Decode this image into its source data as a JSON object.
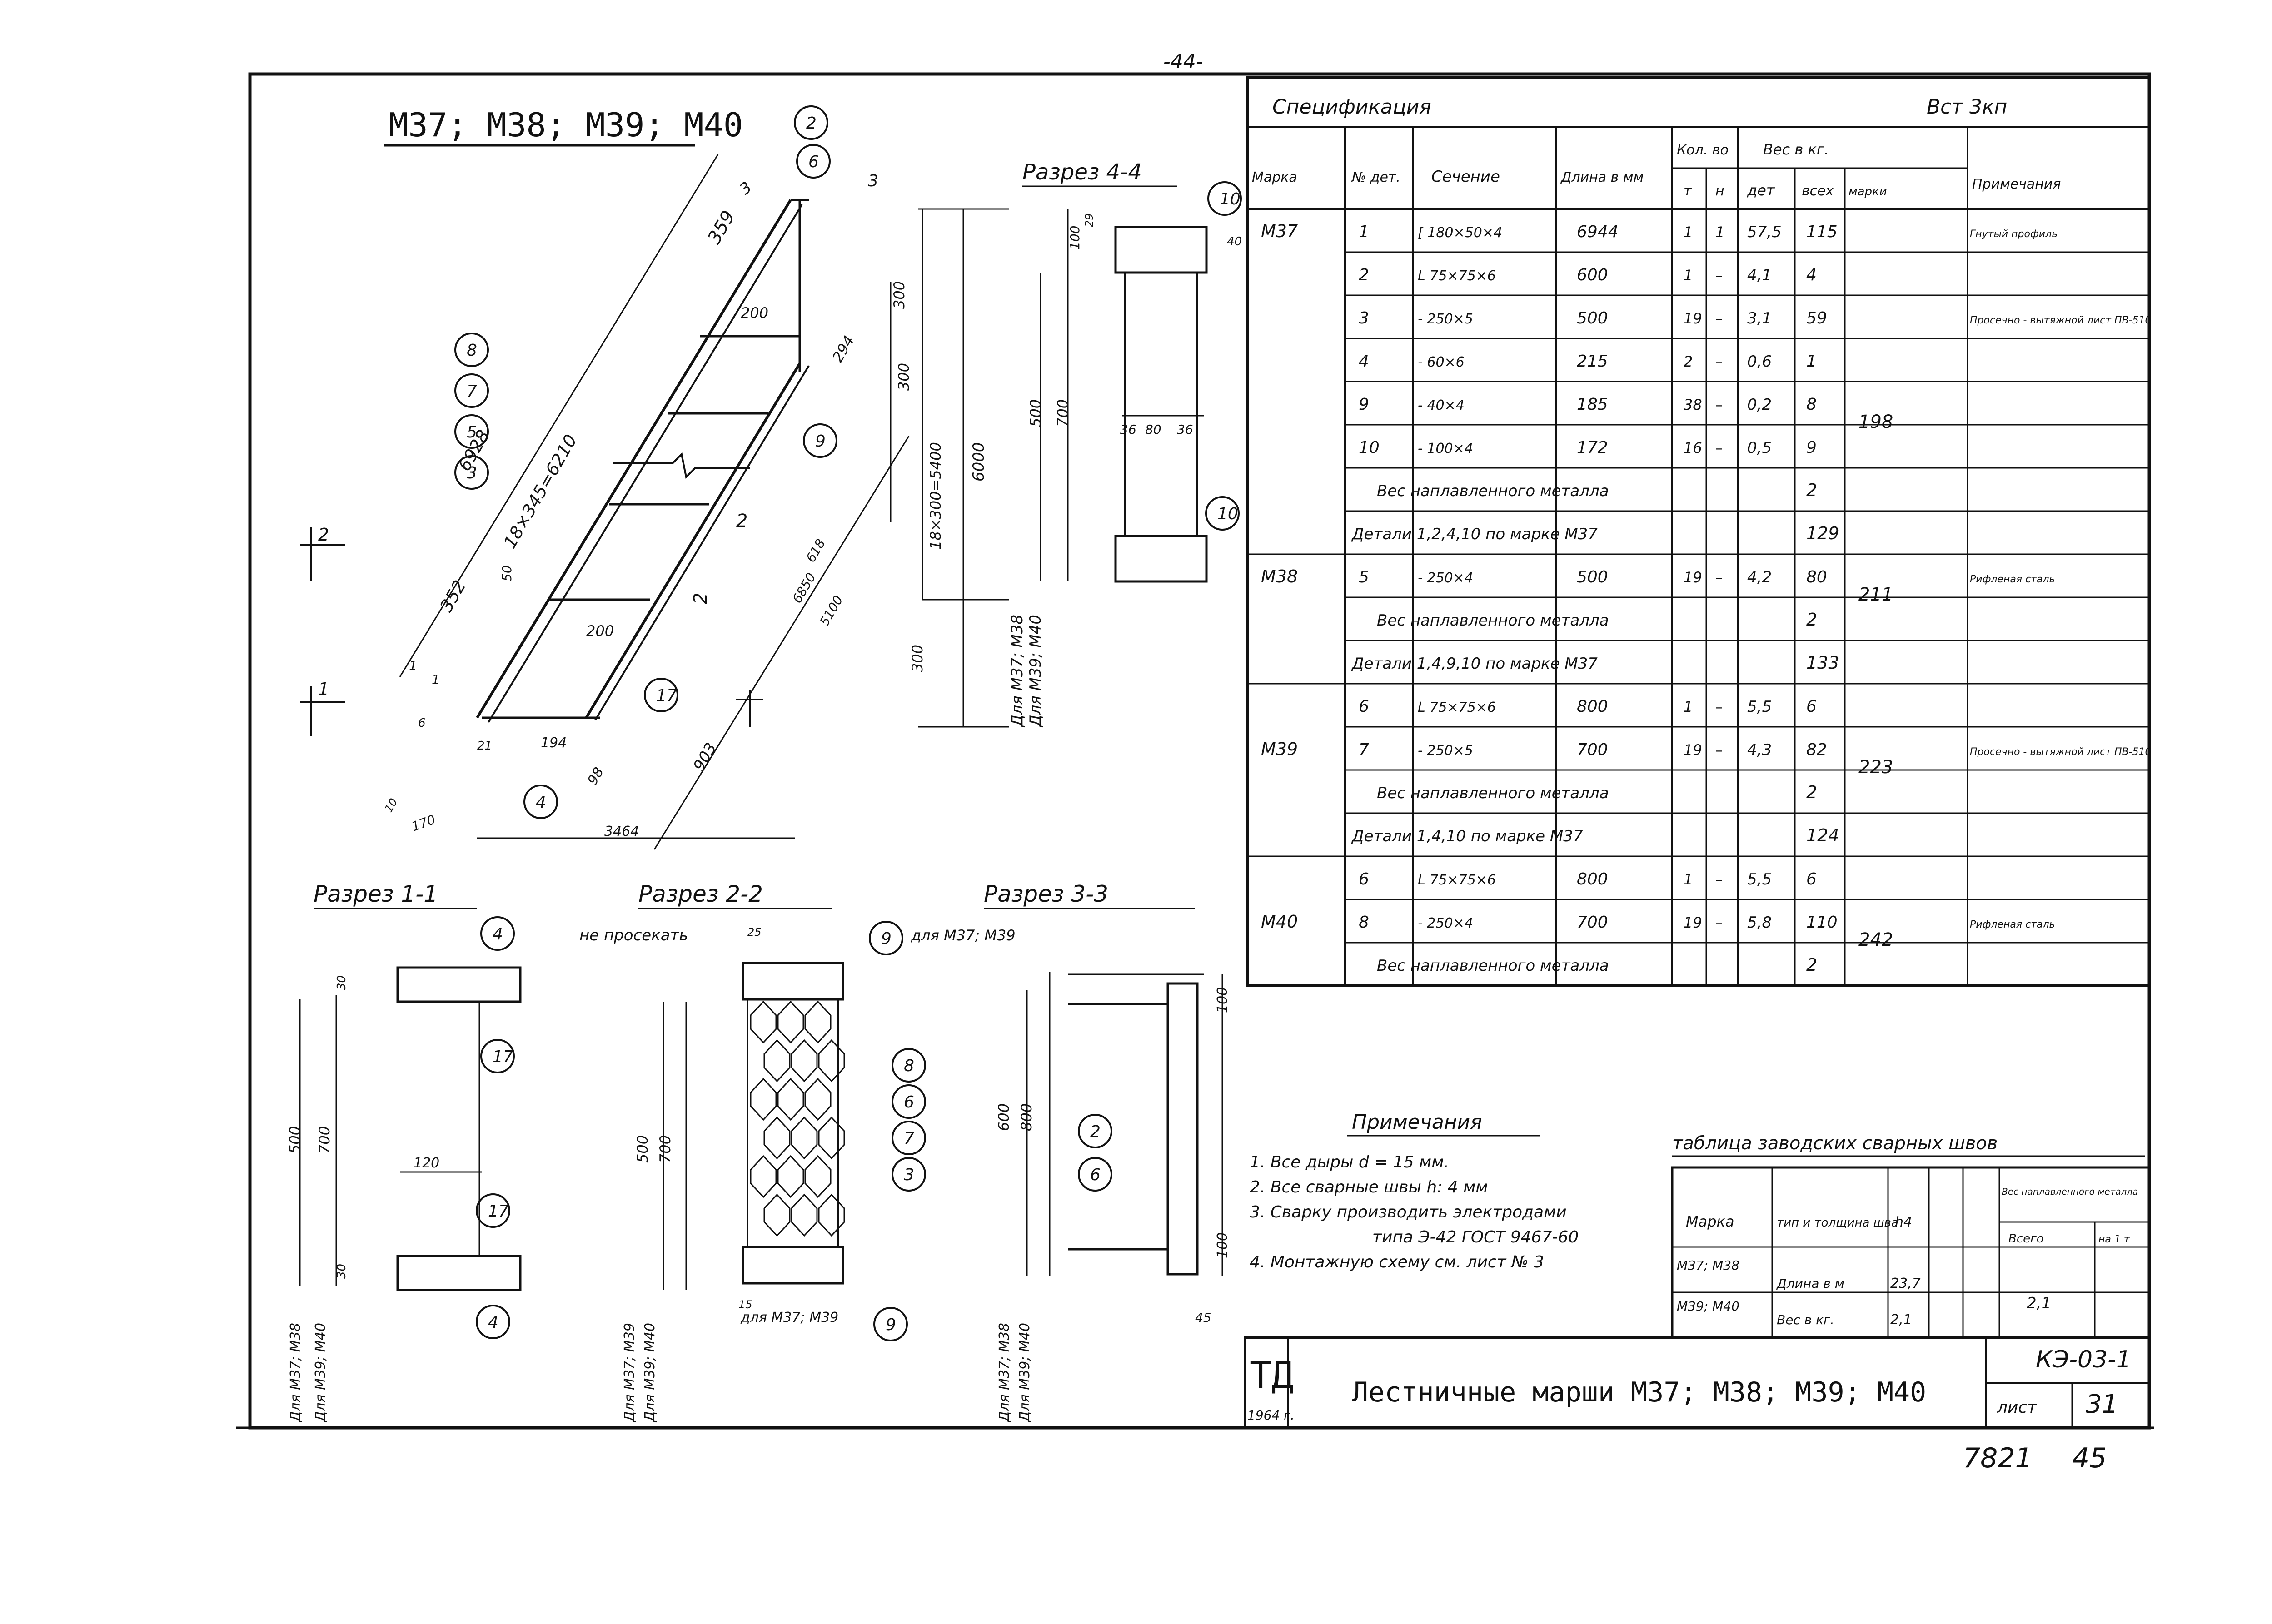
{
  "page_number": "-44-",
  "drawing_title": "M37; M38; M39; M40",
  "sections": {
    "s44": "Разрез 4-4",
    "s11": "Разрез 1-1",
    "s22": "Разрез 2-2",
    "s33": "Разрез 3-3"
  },
  "callouts": [
    "2",
    "6",
    "8",
    "7",
    "5",
    "3",
    "9",
    "17",
    "4",
    "10"
  ],
  "dims_main": [
    "359",
    "6928",
    "18×345=6210",
    "352",
    "200",
    "294",
    "300",
    "300",
    "6000",
    "18×300=5400",
    "618",
    "6850",
    "5100",
    "200",
    "300",
    "903",
    "194",
    "98",
    "170",
    "3464",
    "50",
    "2",
    "2",
    "3",
    "3",
    "1",
    "1",
    "6",
    "10",
    "21"
  ],
  "dims_s44": [
    "100",
    "500",
    "700",
    "36",
    "80",
    "36",
    "40",
    "29",
    "Для M37; M38",
    "Для M39; M40"
  ],
  "dims_s11": [
    "500",
    "700",
    "30",
    "30",
    "120",
    "Для M37; M38",
    "Для M39; M40"
  ],
  "dims_s22": [
    "500",
    "700",
    "25",
    "15",
    "не просекать",
    "для M37; M39",
    "для M37; M39",
    "Для M37; M39",
    "Для M39; M40"
  ],
  "dims_s33": [
    "600",
    "800",
    "100",
    "100",
    "45",
    "Для M37; M38",
    "Для M39; M40"
  ],
  "spec": {
    "title": "Спецификация",
    "steel": "Вст 3кп",
    "headers": {
      "marka": "Марка",
      "n_det": "№ дет.",
      "sechenie": "Сечение",
      "dlina": "Длина в мм",
      "kol": "Кол. во",
      "kol_t": "т",
      "kol_n": "н",
      "ves": "Вес в кг.",
      "ves_det": "дет",
      "ves_all": "всех",
      "ves_mark": "марки",
      "prim": "Примечания"
    },
    "rows": [
      {
        "marka": "M37",
        "det": "1",
        "sech": "[ 180×50×4",
        "len": "6944",
        "t": "1",
        "n": "1",
        "wd": "57,5",
        "wa": "115",
        "wm": "",
        "prim": "Гнутый профиль"
      },
      {
        "marka": "",
        "det": "2",
        "sech": "L 75×75×6",
        "len": "600",
        "t": "1",
        "n": "–",
        "wd": "4,1",
        "wa": "4",
        "wm": "",
        "prim": ""
      },
      {
        "marka": "",
        "det": "3",
        "sech": "- 250×5",
        "len": "500",
        "t": "19",
        "n": "–",
        "wd": "3,1",
        "wa": "59",
        "wm": "",
        "prim": "Просечно - вытяжной лист ПВ-510"
      },
      {
        "marka": "",
        "det": "4",
        "sech": "- 60×6",
        "len": "215",
        "t": "2",
        "n": "–",
        "wd": "0,6",
        "wa": "1",
        "wm": "",
        "prim": ""
      },
      {
        "marka": "",
        "det": "9",
        "sech": "- 40×4",
        "len": "185",
        "t": "38",
        "n": "–",
        "wd": "0,2",
        "wa": "8",
        "wm": "198",
        "prim": ""
      },
      {
        "marka": "",
        "det": "10",
        "sech": "- 100×4",
        "len": "172",
        "t": "16",
        "n": "–",
        "wd": "0,5",
        "wa": "9",
        "wm": "",
        "prim": ""
      },
      {
        "marka": "",
        "note": "Вес наплавленного металла",
        "wa": "2"
      },
      {
        "marka": "",
        "note": "Детали 1,2,4,10 по марке M37",
        "wa": "129"
      },
      {
        "marka": "M38",
        "det": "5",
        "sech": "- 250×4",
        "len": "500",
        "t": "19",
        "n": "–",
        "wd": "4,2",
        "wa": "80",
        "wm": "211",
        "prim": "Рифленая сталь"
      },
      {
        "marka": "",
        "note": "Вес наплавленного металла",
        "wa": "2"
      },
      {
        "marka": "",
        "note": "Детали 1,4,9,10 по марке M37",
        "wa": "133"
      },
      {
        "marka": "",
        "det": "6",
        "sech": "L 75×75×6",
        "len": "800",
        "t": "1",
        "n": "–",
        "wd": "5,5",
        "wa": "6",
        "wm": "",
        "prim": ""
      },
      {
        "marka": "M39",
        "det": "7",
        "sech": "- 250×5",
        "len": "700",
        "t": "19",
        "n": "–",
        "wd": "4,3",
        "wa": "82",
        "wm": "223",
        "prim": "Просечно - вытяжной лист ПВ-510"
      },
      {
        "marka": "",
        "note": "Вес наплавленного металла",
        "wa": "2"
      },
      {
        "marka": "",
        "note": "Детали 1,4,10 по марке M37",
        "wa": "124"
      },
      {
        "marka": "",
        "det": "6",
        "sech": "L 75×75×6",
        "len": "800",
        "t": "1",
        "n": "–",
        "wd": "5,5",
        "wa": "6",
        "wm": "",
        "prim": ""
      },
      {
        "marka": "M40",
        "det": "8",
        "sech": "- 250×4",
        "len": "700",
        "t": "19",
        "n": "–",
        "wd": "5,8",
        "wa": "110",
        "wm": "242",
        "prim": "Рифленая сталь"
      },
      {
        "marka": "",
        "note": "Вес наплавленного металла",
        "wa": "2"
      }
    ]
  },
  "notes": {
    "title": "Примечания",
    "items": [
      "1. Все дыры d = 15 мм.",
      "2. Все сварные швы h: 4 мм",
      "3. Сварку производить электродами",
      "типа Э-42 ГОСТ 9467-60",
      "4. Монтажную схему см. лист № 3"
    ]
  },
  "weld_table": {
    "title": "таблица заводских сварных швов",
    "marka": "Марка",
    "type": "тип и толщина шва",
    "h": "h4",
    "ves_napl": "Вес наплавленного металла",
    "vsego": "Всего",
    "na_1t": "на 1 т",
    "row1": "M37; M38",
    "row2": "M39; M40",
    "len_label": "Длина в м",
    "len_val": "23,7",
    "wt_label": "Вес в кг.",
    "wt_val": "2,1",
    "total_val": "2,1"
  },
  "title_block": {
    "logo": "ТД",
    "year": "1964 г.",
    "name": "Лестничные марши M37; M38; M39; M40",
    "code": "КЭ-03-1",
    "sheet_label": "лист",
    "sheet": "31",
    "bottom_left": "7821",
    "bottom_right": "45"
  }
}
